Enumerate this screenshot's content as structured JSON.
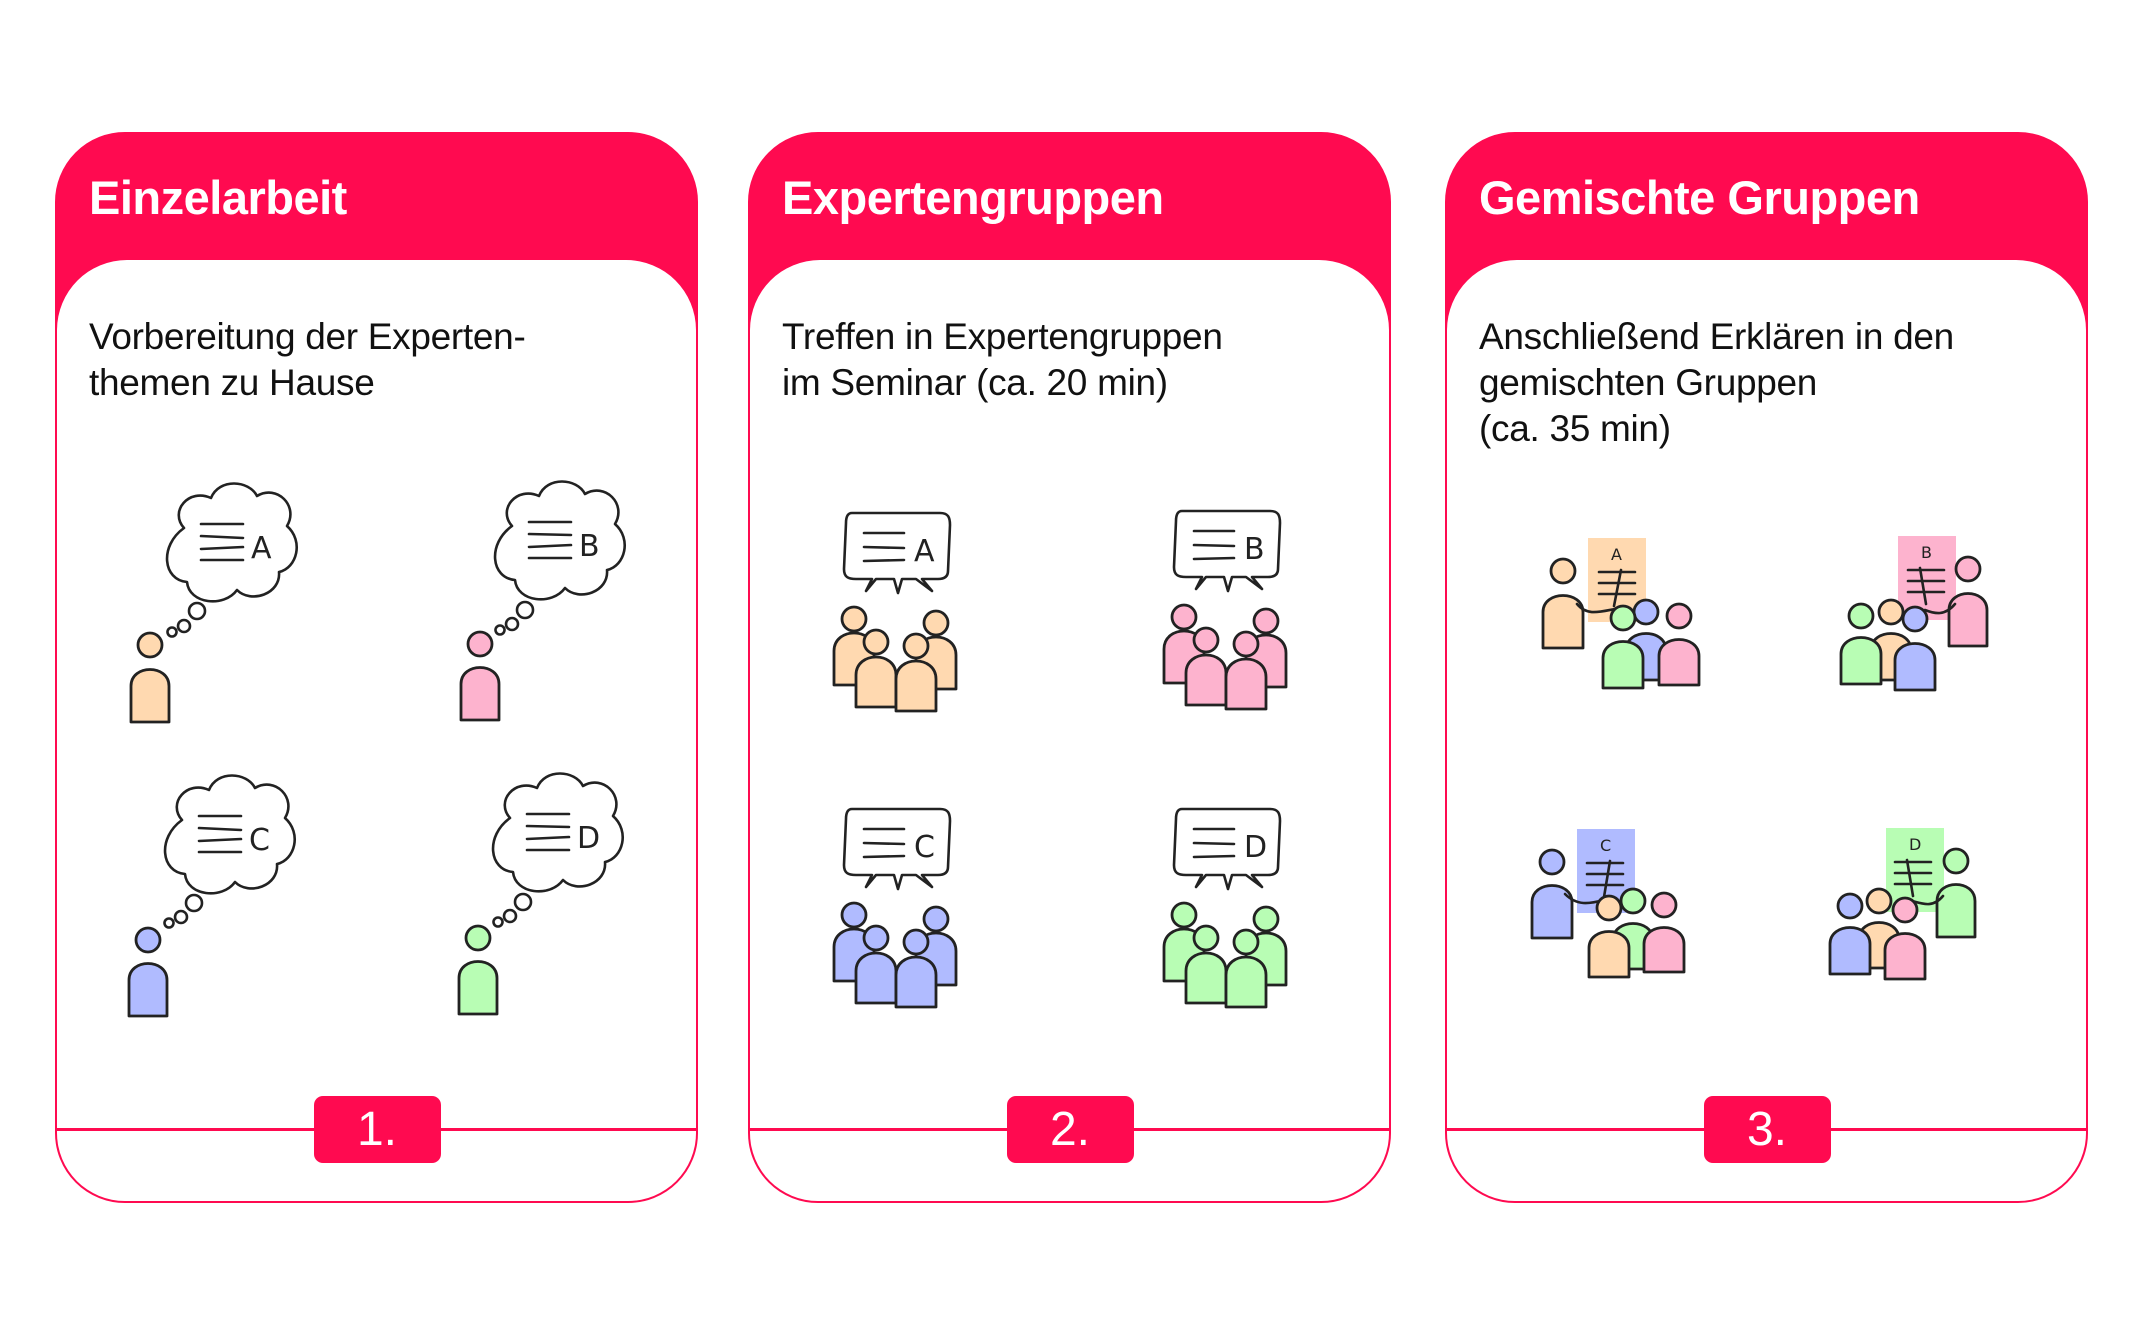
{
  "colors": {
    "accent": "#FF0A50",
    "person_a": "#FFD9B0",
    "person_b": "#FDB3CE",
    "person_c": "#B0BBFF",
    "person_d": "#B8FDB4"
  },
  "cards": [
    {
      "title": "Einzelarbeit",
      "description": "Vorbereitung der Experten-\nthemen zu Hause",
      "step": "1.",
      "illustration": "individual thinkers with thought clouds",
      "topics": [
        "A",
        "B",
        "C",
        "D"
      ]
    },
    {
      "title": "Expertengruppen",
      "description": "Treffen in Expertengruppen\nim Seminar (ca. 20 min)",
      "step": "2.",
      "illustration": "expert groups with speech bubbles",
      "topics": [
        "A",
        "B",
        "C",
        "D"
      ]
    },
    {
      "title": "Gemischte Gruppen",
      "description": "Anschließend Erklären in den\ngemischten Gruppen\n(ca. 35 min)",
      "step": "3.",
      "illustration": "mixed groups with presenter and poster",
      "topics": [
        "A",
        "B",
        "C",
        "D"
      ]
    }
  ]
}
